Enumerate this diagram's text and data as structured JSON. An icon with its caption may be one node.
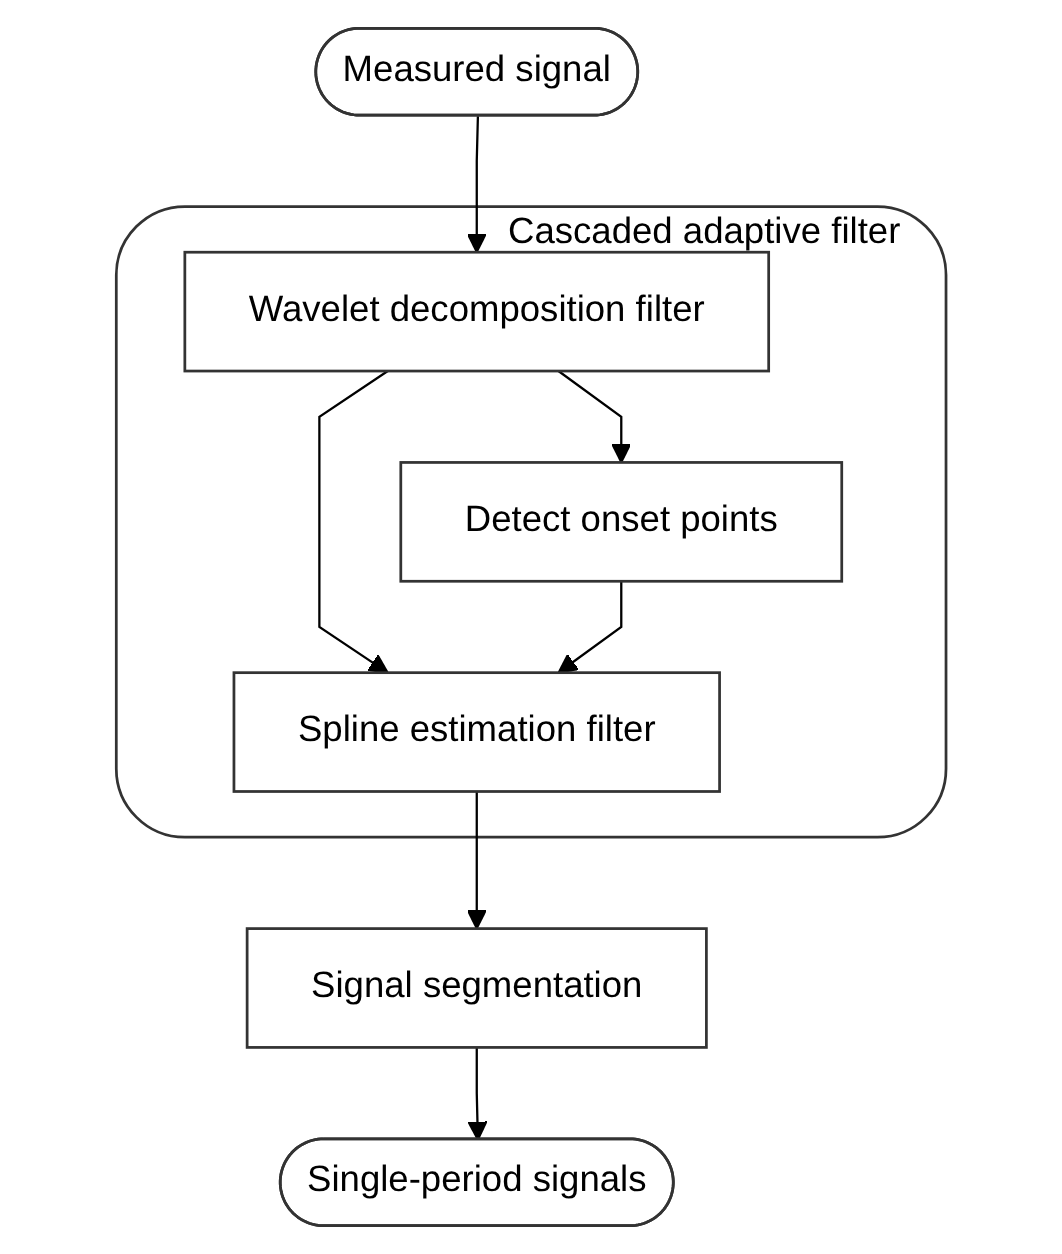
{
  "diagram": {
    "nodes": [
      {
        "text": [
          "Measured signal"
        ]
      },
      {
        "text": [
          "Cascaded adaptive filter"
        ]
      },
      {
        "text": [
          "Wavelet decomposition filter"
        ],
        "in": 1
      },
      {
        "text": [
          "Detect onset points"
        ],
        "in": 1
      },
      {
        "text": [
          "Spline estimation filter"
        ],
        "in": 1
      },
      {
        "text": [
          "Signal segmentation"
        ]
      },
      {
        "text": [
          "Single-period signals"
        ]
      }
    ],
    "edges": [
      {
        "from": 0,
        "to": 2,
        "arrow": "to"
      },
      {
        "from": 2,
        "to": 3,
        "arrow": "to"
      },
      {
        "from": 2,
        "to": 4,
        "arrow": "to"
      },
      {
        "from": 3,
        "to": 4,
        "arrow": "to"
      },
      {
        "from": 4,
        "to": 5,
        "arrow": "to"
      },
      {
        "from": 5,
        "to": 6,
        "arrow": "to"
      }
    ]
  }
}
